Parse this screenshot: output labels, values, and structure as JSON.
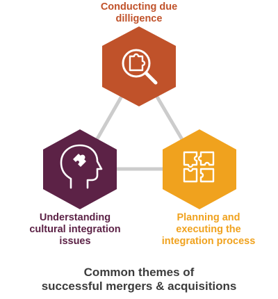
{
  "nodes": {
    "top": {
      "lines": [
        "Conducting due",
        "dilligence"
      ],
      "color": "#c0522a",
      "icon": "magnifier-puzzle-icon"
    },
    "left": {
      "lines": [
        "Understanding",
        "cultural integration",
        "issues"
      ],
      "color": "#5c2246",
      "icon": "head-puzzle-icon"
    },
    "right": {
      "lines": [
        "Planning and",
        "executing the",
        "integration process"
      ],
      "color": "#f0a21e",
      "icon": "puzzle-pieces-icon"
    }
  },
  "caption": {
    "line1": "Common themes of",
    "line2": "successful mergers & acquisitions",
    "color": "#3c3c3c"
  },
  "connector_color": "#cccccc"
}
